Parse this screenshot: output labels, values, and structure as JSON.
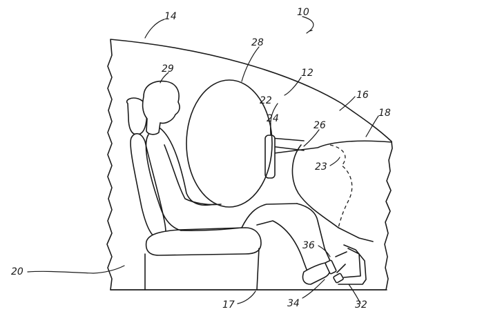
{
  "figure": {
    "labels": {
      "r10": "10",
      "r12": "12",
      "r14": "14",
      "r16": "16",
      "r17": "17",
      "r18": "18",
      "r20": "20",
      "r22": "22",
      "r23": "23",
      "r24": "24",
      "r26": "26",
      "r28": "28",
      "r29": "29",
      "r32": "32",
      "r34": "34",
      "r36": "36"
    }
  }
}
